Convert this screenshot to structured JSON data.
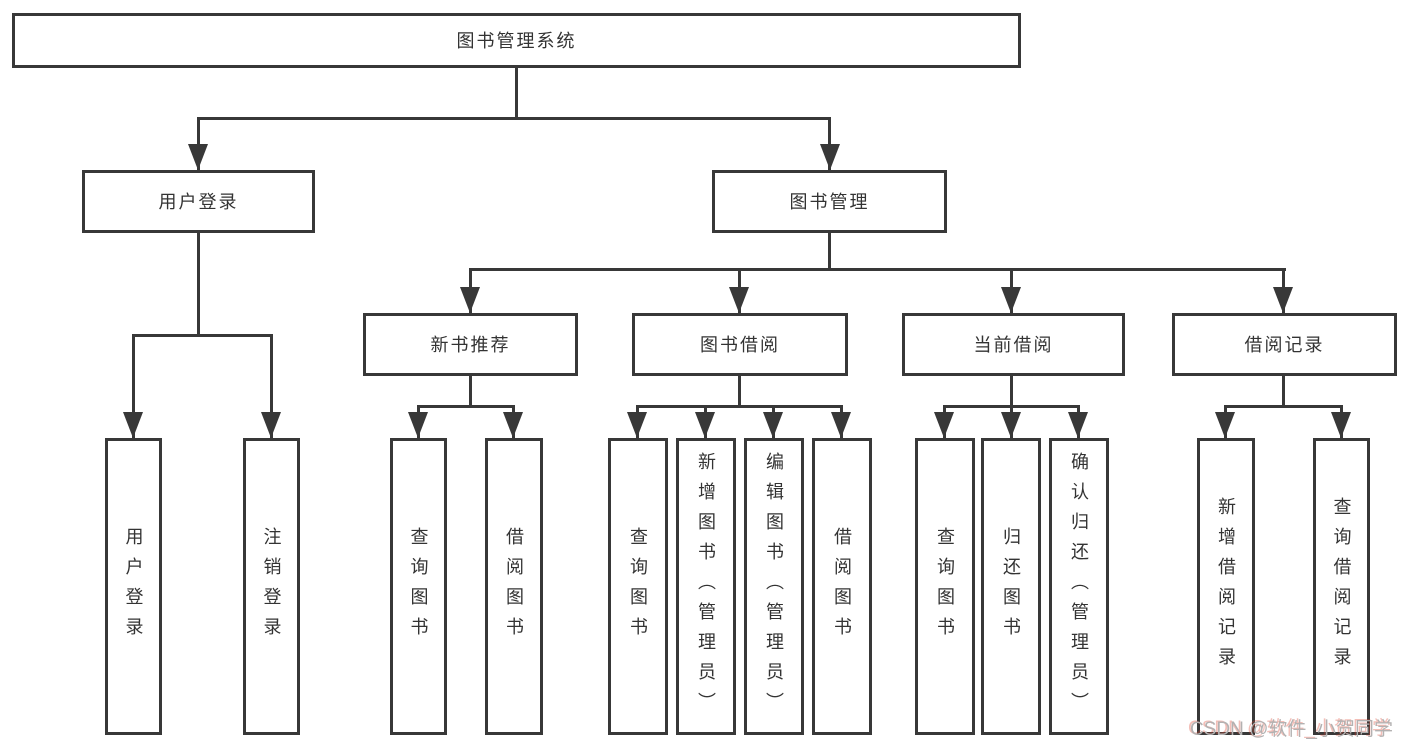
{
  "diagram": {
    "title": "图书管理系统",
    "login": {
      "label": "用户登录",
      "children": [
        "用户登录",
        "注销登录"
      ]
    },
    "management": {
      "label": "图书管理",
      "sections": [
        {
          "label": "新书推荐",
          "children": [
            "查询图书",
            "借阅图书"
          ]
        },
        {
          "label": "图书借阅",
          "children": [
            "查询图书",
            "新增图书（管理员）",
            "编辑图书（管理员）",
            "借阅图书"
          ]
        },
        {
          "label": "当前借阅",
          "children": [
            "查询图书",
            "归还图书",
            "确认归还（管理员）"
          ]
        },
        {
          "label": "借阅记录",
          "children": [
            "新增借阅记录",
            "查询借阅记录"
          ]
        }
      ]
    }
  },
  "watermark": "CSDN @软件_小贺同学",
  "colors": {
    "line": "#383838",
    "text": "#333333",
    "background": "#ffffff",
    "watermark_gray": "#b3b1b1",
    "watermark_red": "#dc4632"
  }
}
